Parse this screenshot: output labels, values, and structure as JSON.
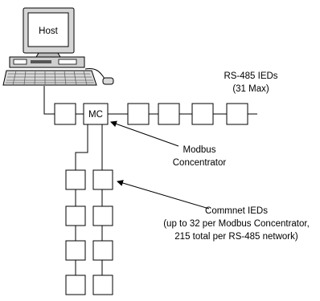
{
  "host": {
    "label": "Host"
  },
  "rs485": {
    "title": "RS-485 IEDs",
    "subtitle": "(31 Max)"
  },
  "concentrator": {
    "box_label": "MC",
    "label_line1": "Modbus",
    "label_line2": "Concentrator"
  },
  "commnet": {
    "line1": "Commnet IEDs",
    "line2": "(up to 32 per Modbus Concentrator,",
    "line3": "215 total per RS-485 network)"
  },
  "counts": {
    "rs485_boxes_shown": 6,
    "commnet_columns": 2,
    "commnet_boxes_per_column": 4
  }
}
